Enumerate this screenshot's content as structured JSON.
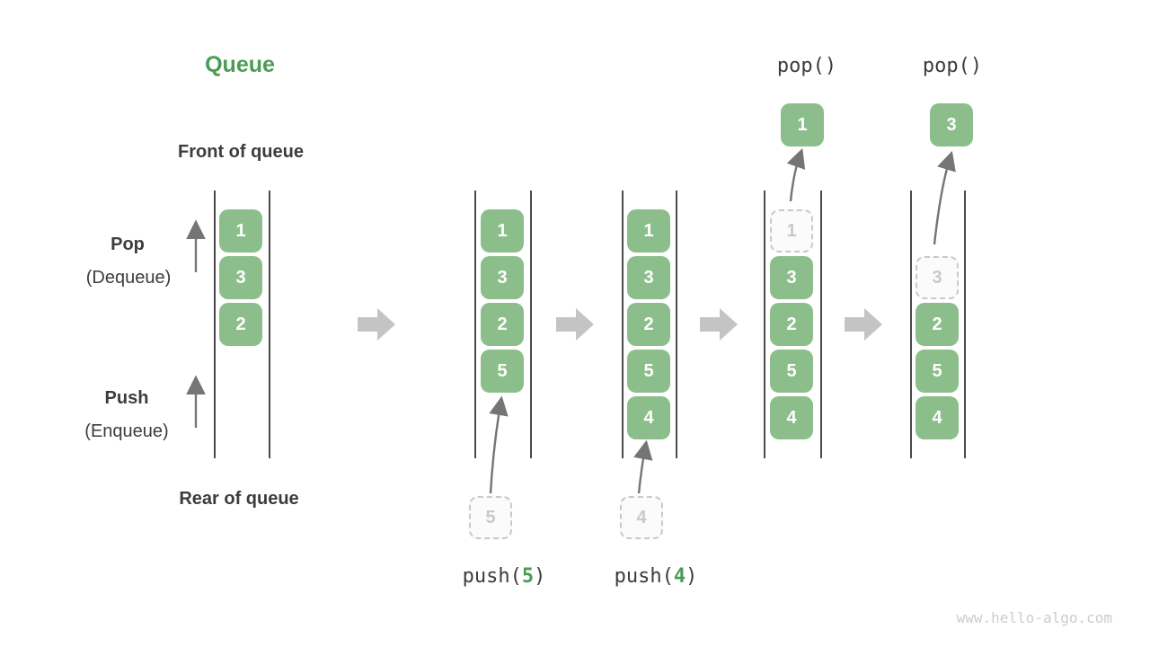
{
  "title": "Queue",
  "watermark": "www.hello-algo.com",
  "side_labels": {
    "front": "Front of queue",
    "rear": "Rear of queue",
    "pop_name": "Pop",
    "pop_alias": "(Dequeue)",
    "push_name": "Push",
    "push_alias": "(Enqueue)"
  },
  "colors": {
    "box_green": "#8CBE8C",
    "accent_green": "#4A9C53",
    "text_dark": "#3C3C3C",
    "ghost_gray": "#C9C9C9",
    "thin_arrow_gray": "#757575",
    "block_arrow_gray": "#C4C4C4",
    "wall_gray": "#4A4A4A",
    "watermark_gray": "#CCCCCC"
  },
  "diagram": {
    "states": [
      {
        "name": "initial",
        "cells": [
          "1",
          "3",
          "2"
        ]
      },
      {
        "name": "after-push-5",
        "cells": [
          "1",
          "3",
          "2",
          "5"
        ],
        "pending": "5",
        "op_pre": "push(",
        "op_arg": "5",
        "op_post": ")"
      },
      {
        "name": "after-push-4",
        "cells": [
          "1",
          "3",
          "2",
          "5",
          "4"
        ],
        "pending": "4",
        "op_pre": "push(",
        "op_arg": "4",
        "op_post": ")"
      },
      {
        "name": "after-pop-1",
        "cells": [
          "3",
          "2",
          "5",
          "4"
        ],
        "ghost": "1",
        "popped": "1",
        "op": "pop()"
      },
      {
        "name": "after-pop-3",
        "cells": [
          "2",
          "5",
          "4"
        ],
        "ghost": "3",
        "popped": "3",
        "op": "pop()"
      }
    ]
  }
}
